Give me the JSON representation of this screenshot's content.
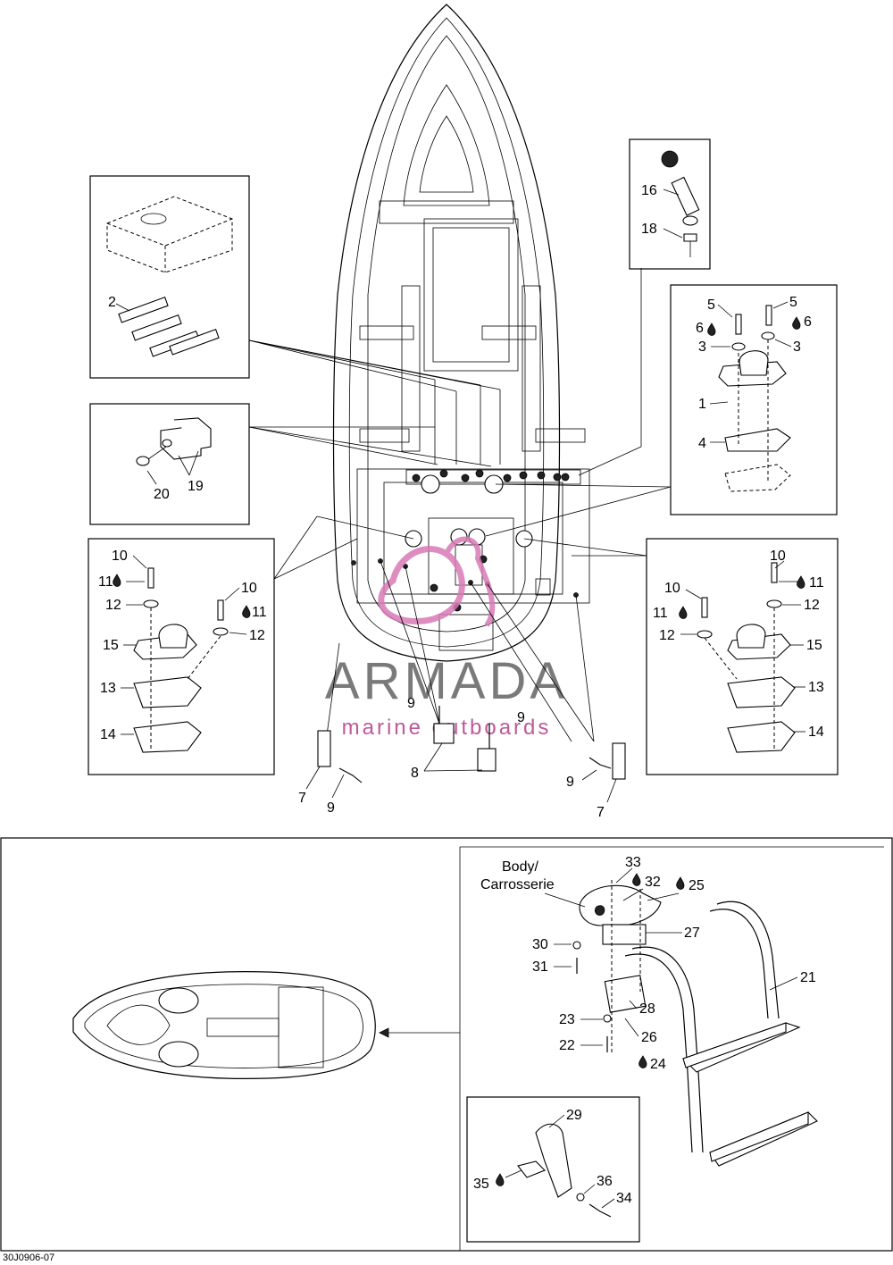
{
  "diagram_code": "30J0906-07",
  "watermark": {
    "brand": "ARMADA",
    "tagline": "marine outboards",
    "brand_color": "#7a7a7a",
    "accent_color": "#c0589a"
  },
  "labels": {
    "n1": "1",
    "n2": "2",
    "n3a": "3",
    "n3b": "3",
    "n4": "4",
    "n5a": "5",
    "n5b": "5",
    "n6a": "6",
    "n6b": "6",
    "n7a": "7",
    "n7b": "7",
    "n8": "8",
    "n9a": "9",
    "n9b": "9",
    "n9c": "9",
    "n9d": "9",
    "n10a": "10",
    "n10b": "10",
    "n10c": "10",
    "n10d": "10",
    "n11a": "11",
    "n11b": "11",
    "n11c": "11",
    "n11d": "11",
    "n12a": "12",
    "n12b": "12",
    "n12c": "12",
    "n12d": "12",
    "n13a": "13",
    "n13b": "13",
    "n14a": "14",
    "n14b": "14",
    "n15a": "15",
    "n15b": "15",
    "n16": "16",
    "n18": "18",
    "n19": "19",
    "n20": "20",
    "n21": "21",
    "n22": "22",
    "n23": "23",
    "n24": "24",
    "n25": "25",
    "n26": "26",
    "n27": "27",
    "n28": "28",
    "n29": "29",
    "n30": "30",
    "n31": "31",
    "n32": "32",
    "n33": "33",
    "n34": "34",
    "n35": "35",
    "n36": "36",
    "body_line1": "Body/",
    "body_line2": "Carrosserie"
  },
  "icons": {
    "oil_drop": "oil-drop-icon"
  }
}
